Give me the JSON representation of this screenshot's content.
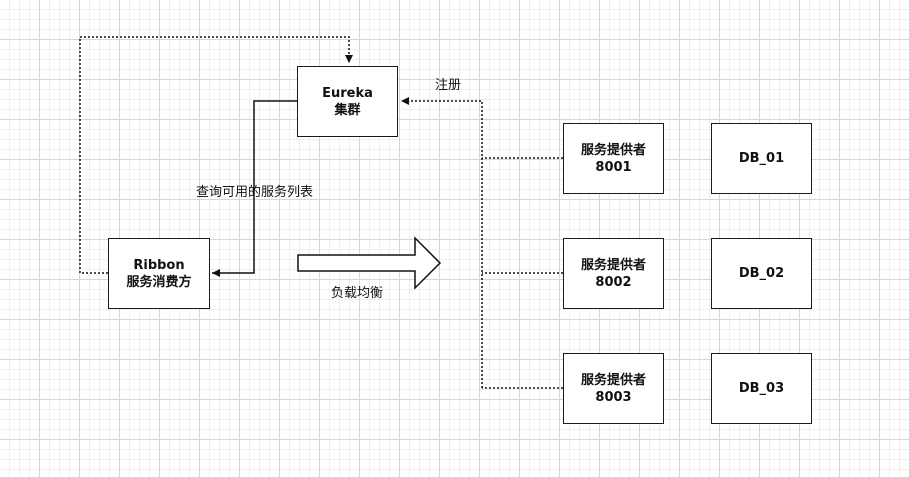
{
  "nodes": {
    "eureka": {
      "line1": "Eureka",
      "line2": "集群"
    },
    "ribbon": {
      "line1": "Ribbon",
      "line2": "服务消费方"
    },
    "providers": [
      {
        "line1": "服务提供者",
        "line2": "8001"
      },
      {
        "line1": "服务提供者",
        "line2": "8002"
      },
      {
        "line1": "服务提供者",
        "line2": "8003"
      }
    ],
    "databases": [
      {
        "label": "DB_01"
      },
      {
        "label": "DB_02"
      },
      {
        "label": "DB_03"
      }
    ]
  },
  "edges": {
    "register": "注册",
    "query": "查询可用的服务列表",
    "load_balance": "负载均衡"
  }
}
